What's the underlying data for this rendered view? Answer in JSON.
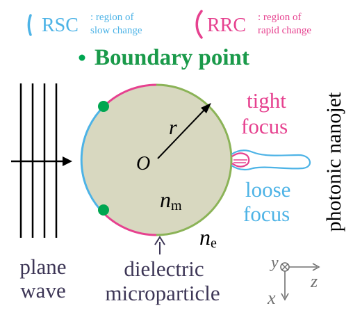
{
  "legend": {
    "rsc": {
      "abbr": "RSC",
      "desc_line1": ": region of",
      "desc_line2": "slow change"
    },
    "rrc": {
      "abbr": "RRC",
      "desc_line1": ": region of",
      "desc_line2": "rapid change"
    },
    "boundary": {
      "label": "Boundary point"
    }
  },
  "labels": {
    "radius": "r",
    "origin": "O",
    "n_m_base": "n",
    "n_m_sub": "m",
    "n_e_base": "n",
    "n_e_sub": "e",
    "tight_line1": "tight",
    "tight_line2": "focus",
    "loose_line1": "loose",
    "loose_line2": "focus",
    "nanojet": "photonic nanojet",
    "plane_line1": "plane",
    "plane_line2": "wave",
    "dielectric_line1": "dielectric",
    "dielectric_line2": "microparticle",
    "axis_y": "y",
    "axis_z": "z",
    "axis_x": "x"
  },
  "colors": {
    "rsc": "#4db3e6",
    "rrc": "#e6418f",
    "boundary": "#00a651",
    "boundary_text": "#1a9a4a",
    "sphere_fill": "#d8d8c0",
    "sphere_outline": "#8bb357",
    "text_dark": "#3d3656",
    "axis": "#707070"
  }
}
